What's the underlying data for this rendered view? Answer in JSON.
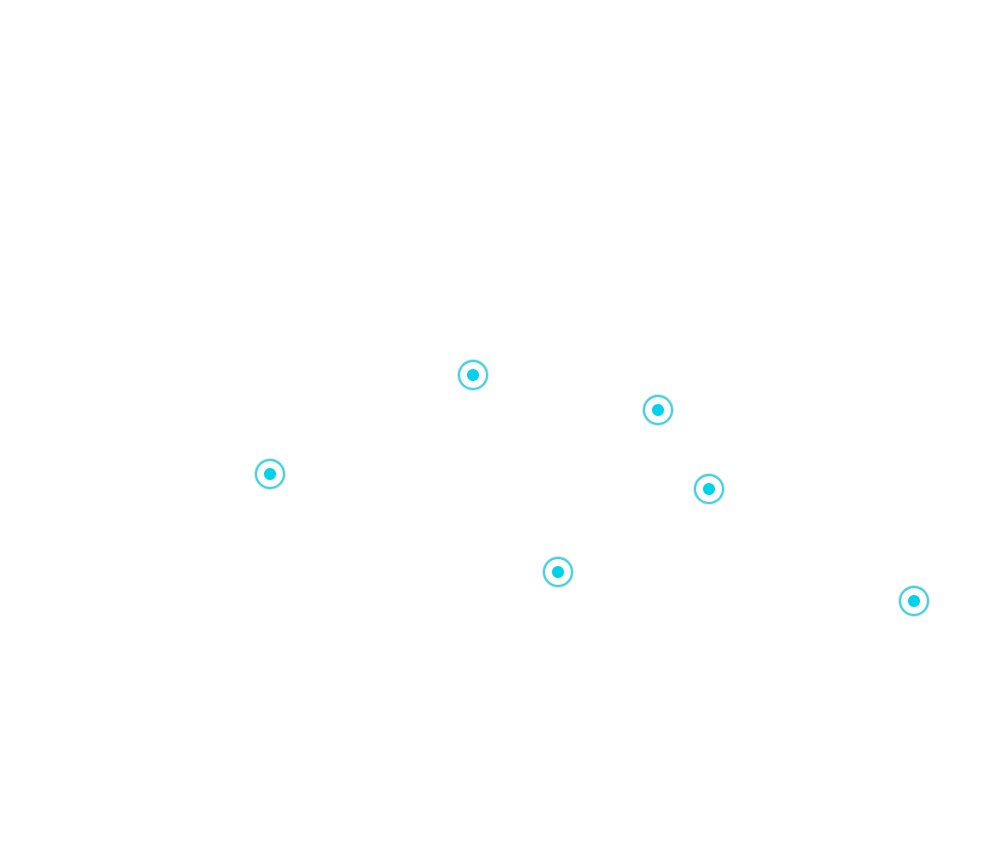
{
  "map": {
    "marker_color": "#00D2EA",
    "marker_ring_color": "#3FD3E6",
    "marker_icon": "location-marker-icon",
    "markers": [
      {
        "id": "marker-1"
      },
      {
        "id": "marker-2"
      },
      {
        "id": "marker-3"
      },
      {
        "id": "marker-4"
      },
      {
        "id": "marker-5"
      },
      {
        "id": "marker-6"
      }
    ]
  }
}
